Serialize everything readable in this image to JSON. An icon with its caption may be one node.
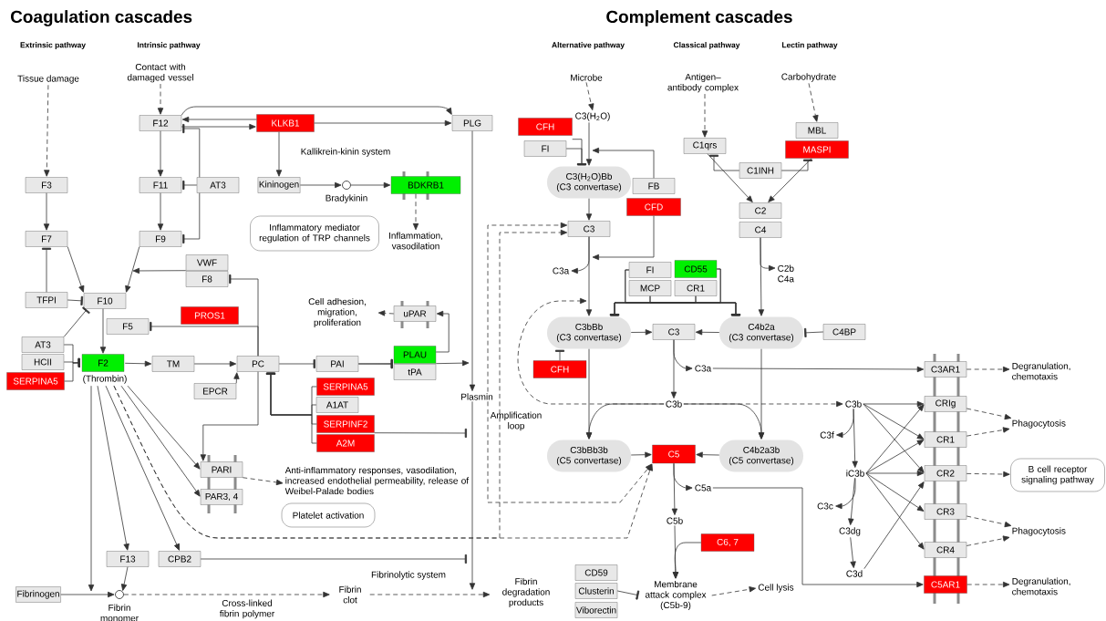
{
  "diagram": {
    "nodes": [
      {
        "text": [
          "Tissue damage"
        ]
      },
      {
        "text": [
          "Contact with damaged vessel"
        ]
      },
      {
        "text": [
          "F12"
        ]
      },
      {
        "text": [
          "KLKB1"
        ]
      },
      {
        "text": [
          "PLG"
        ]
      },
      {
        "text": [
          "F3"
        ]
      },
      {
        "text": [
          "F11"
        ]
      },
      {
        "text": [
          "AT3"
        ]
      },
      {
        "text": [
          "Kininogen"
        ]
      },
      {
        "text": [],
        "shape": "circle",
        "beside": [
          "Bradykinin"
        ]
      },
      {
        "text": [
          "BDKRB1"
        ]
      },
      {
        "text": [
          "Inflammatory mediator regulation of TRP channels"
        ]
      },
      {
        "text": [
          "Inflammation, vasodilation"
        ]
      },
      {
        "text": [
          "F7"
        ]
      },
      {
        "text": [
          "F9"
        ]
      },
      {
        "text": [
          "VWF"
        ]
      },
      {
        "text": [
          "F8"
        ]
      },
      {
        "text": [
          "TFPI"
        ]
      },
      {
        "text": [
          "F10"
        ]
      },
      {
        "text": [
          "F5"
        ]
      },
      {
        "text": [
          "PROS1"
        ]
      },
      {
        "text": [
          "Cell adhesion, migration, proliferation"
        ]
      },
      {
        "text": [
          "uPAR"
        ]
      },
      {
        "text": [
          "AT3"
        ]
      },
      {
        "text": [
          "HCII"
        ]
      },
      {
        "text": [
          "SERPINA5"
        ]
      },
      {
        "text": [
          "F2",
          "(Thrombin)"
        ]
      },
      {
        "text": [
          "TM"
        ]
      },
      {
        "text": [
          "EPCR"
        ]
      },
      {
        "text": [
          "PC"
        ]
      },
      {
        "text": [
          "PAI"
        ]
      },
      {
        "text": [
          "PLAU"
        ]
      },
      {
        "text": [
          "tPA"
        ]
      },
      {
        "text": [
          "Plasmin"
        ]
      },
      {
        "text": [
          "SERPINA5"
        ]
      },
      {
        "text": [
          "A1AT"
        ]
      },
      {
        "text": [
          "SERPINF2"
        ]
      },
      {
        "text": [
          "A2M"
        ]
      },
      {
        "text": [
          "PARI"
        ]
      },
      {
        "text": [
          "PAR3, 4"
        ]
      },
      {
        "text": [
          "Anti-inflammatory responses, vasodilation, increased endothelial permeability, release of Weibel-Palade bodies"
        ]
      },
      {
        "text": [
          "Platelet activation"
        ]
      },
      {
        "text": [
          "F13"
        ]
      },
      {
        "text": [
          "CPB2"
        ]
      },
      {
        "text": [
          "Fibrinogen"
        ]
      },
      {
        "text": [],
        "shape": "circle",
        "beside": [
          "Fibrin monomer"
        ]
      },
      {
        "text": [
          "Fibrin clot"
        ]
      },
      {
        "text": [
          "Fibrin degradation products"
        ]
      },
      {
        "text": [
          "Microbe"
        ]
      },
      {
        "text": [
          "C3(H$_{2}$O)"
        ]
      },
      {
        "text": [
          "CFH"
        ]
      },
      {
        "text": [
          "FI"
        ]
      },
      {
        "text": [
          "C3(H$_{2}$O)Bb",
          "(C3 convertase)"
        ]
      },
      {
        "text": [
          "FB"
        ]
      },
      {
        "text": [
          "CFD"
        ]
      },
      {
        "text": [
          "C3"
        ]
      },
      {
        "text": [
          "C3a"
        ]
      },
      {
        "text": [
          "Antigen–antibody complex"
        ]
      },
      {
        "text": [
          "Carbohydrate"
        ]
      },
      {
        "text": [
          "C1qrs"
        ]
      },
      {
        "text": [
          "MBL"
        ]
      },
      {
        "text": [
          "MASPI"
        ]
      },
      {
        "text": [
          "C1INH"
        ]
      },
      {
        "text": [
          "C2"
        ]
      },
      {
        "text": [
          "C4"
        ]
      },
      {
        "text": [
          "C2b C4a"
        ]
      },
      {
        "text": [
          "FI"
        ]
      },
      {
        "text": [
          "CD55"
        ]
      },
      {
        "text": [
          "MCP"
        ]
      },
      {
        "text": [
          "CR1"
        ]
      },
      {
        "text": [
          "C3bBb",
          "(C3 convertase)"
        ]
      },
      {
        "text": [
          "C3"
        ]
      },
      {
        "text": [
          "C4b2a",
          "(C3 convertase)"
        ]
      },
      {
        "text": [
          "C4BP"
        ]
      },
      {
        "text": [
          "CFH"
        ]
      },
      {
        "text": [
          "C3a"
        ]
      },
      {
        "text": [
          "C3b"
        ]
      },
      {
        "text": [
          "C3bBb3b",
          "(C5 convertase)"
        ]
      },
      {
        "text": [
          "C5"
        ]
      },
      {
        "text": [
          "C4b2a3b",
          "(C5 convertase)"
        ]
      },
      {
        "text": [
          "C5a"
        ]
      },
      {
        "text": [
          "C5b"
        ]
      },
      {
        "text": [
          "C6, 7"
        ]
      },
      {
        "text": [
          "CD59"
        ]
      },
      {
        "text": [
          "Clusterin"
        ]
      },
      {
        "text": [
          "Viborectin"
        ]
      },
      {
        "text": [
          "Membrane attack complex (C5b-9)"
        ]
      },
      {
        "text": [
          "Cell lysis"
        ]
      },
      {
        "text": [
          "C3b"
        ]
      },
      {
        "text": [
          "C3f"
        ]
      },
      {
        "text": [
          "iC3b"
        ]
      },
      {
        "text": [
          "C3c"
        ]
      },
      {
        "text": [
          "C3dg"
        ]
      },
      {
        "text": [
          "C3d"
        ]
      },
      {
        "text": [
          "C3AR1"
        ]
      },
      {
        "text": [
          "CRIg"
        ]
      },
      {
        "text": [
          "CR1"
        ]
      },
      {
        "text": [
          "CR2"
        ]
      },
      {
        "text": [
          "CR3"
        ]
      },
      {
        "text": [
          "CR4"
        ]
      },
      {
        "text": [
          "C5AR1"
        ]
      },
      {
        "text": [
          "Degranulation, chemotaxis"
        ]
      },
      {
        "text": [
          "Phagocytosis"
        ]
      },
      {
        "text": [
          "B cell receptor signaling pathway"
        ]
      },
      {
        "text": [
          "Phagocytosis"
        ]
      },
      {
        "text": [
          "Degranulation, chemotaxis"
        ]
      }
    ],
    "edges": [
      {
        "from": 0,
        "to": 5,
        "arrow": "to",
        "style": "dashed"
      },
      {
        "from": 1,
        "to": 2,
        "arrow": "to",
        "style": "dashed"
      },
      {
        "from": 2,
        "to": 3,
        "arrow": "to"
      },
      {
        "from": 3,
        "to": 2,
        "arrow": "to"
      },
      {
        "from": 2,
        "to": 4,
        "arrow": "to"
      },
      {
        "from": 3,
        "to": 4,
        "arrow": "to"
      },
      {
        "from": 3,
        "to": 8,
        "arrow": "to"
      },
      {
        "from": 2,
        "to": 6,
        "arrow": "to"
      },
      {
        "from": 6,
        "to": 14,
        "arrow": "to"
      },
      {
        "from": 7,
        "to": 2,
        "arrow": "other"
      },
      {
        "from": 7,
        "to": 6,
        "arrow": "other"
      },
      {
        "from": 7,
        "to": 14,
        "arrow": "other"
      },
      {
        "from": 5,
        "to": 13,
        "arrow": "to"
      },
      {
        "from": 13,
        "to": 18,
        "arrow": "to"
      },
      {
        "from": 14,
        "to": 18,
        "arrow": "to"
      },
      {
        "from": 17,
        "to": 13,
        "arrow": "other"
      },
      {
        "from": 17,
        "to": 18,
        "arrow": "other"
      },
      {
        "from": 8,
        "to": 9,
        "arrow": "to"
      },
      {
        "from": 9,
        "to": 10,
        "arrow": "to"
      },
      {
        "from": 10,
        "to": 12,
        "arrow": "to",
        "style": "dashed"
      },
      {
        "from": 15,
        "to": null,
        "arrow": "to"
      },
      {
        "from": 29,
        "to": 16,
        "arrow": "other"
      },
      {
        "from": 29,
        "to": 19,
        "arrow": "other"
      },
      {
        "from": 29,
        "to": 38,
        "arrow": "to"
      },
      {
        "from": 18,
        "to": 26,
        "arrow": "to"
      },
      {
        "from": 23,
        "to": 18,
        "arrow": "other"
      },
      {
        "from": 23,
        "to": 26,
        "arrow": "other"
      },
      {
        "from": 24,
        "to": 26,
        "arrow": "other"
      },
      {
        "from": 25,
        "to": 26,
        "arrow": "other"
      },
      {
        "from": 26,
        "to": 27,
        "arrow": "to"
      },
      {
        "from": 27,
        "to": 29,
        "arrow": "to"
      },
      {
        "from": 28,
        "to": 29,
        "arrow": "to"
      },
      {
        "from": 29,
        "to": 30,
        "arrow": "other"
      },
      {
        "from": 30,
        "to": 31,
        "arrow": "other"
      },
      {
        "from": 31,
        "to": 22,
        "arrow": "to"
      },
      {
        "from": 22,
        "to": 21,
        "arrow": "to",
        "style": "dashed"
      },
      {
        "from": 31,
        "to": null,
        "arrow": "to"
      },
      {
        "from": 4,
        "to": 33,
        "arrow": "to"
      },
      {
        "from": 34,
        "to": 29,
        "arrow": "other"
      },
      {
        "from": 35,
        "to": 29,
        "arrow": "other"
      },
      {
        "from": 36,
        "to": 29,
        "arrow": "other"
      },
      {
        "from": 37,
        "to": 29,
        "arrow": "other"
      },
      {
        "from": 36,
        "to": null,
        "arrow": "other"
      },
      {
        "from": 26,
        "to": 38,
        "arrow": "to"
      },
      {
        "from": 26,
        "to": 39,
        "arrow": "to"
      },
      {
        "from": 26,
        "to": 42,
        "arrow": "to"
      },
      {
        "from": 26,
        "to": 43,
        "arrow": "to"
      },
      {
        "from": 26,
        "to": null,
        "arrow": "to"
      },
      {
        "from": 26,
        "to": 55,
        "arrow": "to",
        "style": "dashed"
      },
      {
        "from": 26,
        "to": 78,
        "arrow": "to",
        "style": "dashed"
      },
      {
        "from": 33,
        "to": 55,
        "arrow": "to",
        "style": "dashed"
      },
      {
        "from": 33,
        "to": 78,
        "arrow": "to",
        "style": "dashed"
      },
      {
        "from": 33,
        "to": null,
        "arrow": "to"
      },
      {
        "from": 46,
        "to": 47,
        "arrow": "to",
        "style": "dashed"
      },
      {
        "from": 44,
        "to": 45,
        "arrow": "to"
      },
      {
        "from": 45,
        "to": 46,
        "arrow": "to",
        "style": "dashed",
        "label": "Cross-linked fibrin polymer"
      },
      {
        "from": 42,
        "to": 45,
        "arrow": "to"
      },
      {
        "from": 43,
        "to": null,
        "arrow": "other"
      },
      {
        "from": 38,
        "to": 40,
        "arrow": "to",
        "style": "dashed"
      },
      {
        "from": 48,
        "to": 49,
        "arrow": "to",
        "style": "dashed"
      },
      {
        "from": 49,
        "to": 52,
        "arrow": "to"
      },
      {
        "from": 50,
        "to": 52,
        "arrow": "other"
      },
      {
        "from": 51,
        "to": 52,
        "arrow": "other"
      },
      {
        "from": 53,
        "to": null,
        "arrow": "to"
      },
      {
        "from": 54,
        "to": null,
        "arrow": "to"
      },
      {
        "from": 52,
        "to": 55,
        "arrow": "to"
      },
      {
        "from": 55,
        "to": 70,
        "arrow": "to"
      },
      {
        "from": 55,
        "to": 56,
        "arrow": "to"
      },
      {
        "from": 57,
        "to": 59,
        "arrow": "to",
        "style": "dashed"
      },
      {
        "from": 58,
        "to": 60,
        "arrow": "to",
        "style": "dashed"
      },
      {
        "from": 59,
        "to": 63,
        "arrow": "to"
      },
      {
        "from": 61,
        "to": 63,
        "arrow": "to"
      },
      {
        "from": 62,
        "to": 59,
        "arrow": "other"
      },
      {
        "from": 62,
        "to": 61,
        "arrow": "other"
      },
      {
        "from": 64,
        "to": 72,
        "arrow": "to"
      },
      {
        "from": 64,
        "to": 65,
        "arrow": "to"
      },
      {
        "from": 66,
        "to": 70,
        "arrow": "other"
      },
      {
        "from": 66,
        "to": 72,
        "arrow": "other"
      },
      {
        "from": 67,
        "to": 70,
        "arrow": "other"
      },
      {
        "from": 67,
        "to": 72,
        "arrow": "other"
      },
      {
        "from": 68,
        "to": 70,
        "arrow": "other"
      },
      {
        "from": 68,
        "to": 72,
        "arrow": "other"
      },
      {
        "from": 69,
        "to": 70,
        "arrow": "other"
      },
      {
        "from": 69,
        "to": 72,
        "arrow": "other"
      },
      {
        "from": 70,
        "to": 71,
        "arrow": "to"
      },
      {
        "from": 72,
        "to": 71,
        "arrow": "to"
      },
      {
        "from": 73,
        "to": 72,
        "arrow": "other"
      },
      {
        "from": 74,
        "to": 70,
        "arrow": "other"
      },
      {
        "from": 71,
        "to": 76,
        "arrow": "to"
      },
      {
        "from": 71,
        "to": 75,
        "arrow": "to"
      },
      {
        "from": 75,
        "to": 94,
        "arrow": "to"
      },
      {
        "from": 76,
        "to": 77,
        "arrow": "to"
      },
      {
        "from": 76,
        "to": 79,
        "arrow": "to"
      },
      {
        "from": 76,
        "to": 88,
        "arrow": "to",
        "style": "dashed"
      },
      {
        "from": 76,
        "to": null,
        "arrow": "to",
        "style": "dashed"
      },
      {
        "from": 70,
        "to": 77,
        "arrow": "to"
      },
      {
        "from": 72,
        "to": 79,
        "arrow": "to"
      },
      {
        "from": 77,
        "to": 78,
        "arrow": "to"
      },
      {
        "from": 79,
        "to": 78,
        "arrow": "to"
      },
      {
        "from": 78,
        "to": 81,
        "arrow": "to"
      },
      {
        "from": 78,
        "to": 80,
        "arrow": "to"
      },
      {
        "from": 80,
        "to": 100,
        "arrow": "to"
      },
      {
        "from": 81,
        "to": 86,
        "arrow": "to"
      },
      {
        "from": 82,
        "to": 86,
        "arrow": "to"
      },
      {
        "from": 84,
        "to": 86,
        "arrow": "other"
      },
      {
        "from": 86,
        "to": 87,
        "arrow": "to",
        "style": "dashed"
      },
      {
        "from": 88,
        "to": 89,
        "arrow": "to"
      },
      {
        "from": 88,
        "to": 90,
        "arrow": "to"
      },
      {
        "from": 90,
        "to": 91,
        "arrow": "to"
      },
      {
        "from": 90,
        "to": 92,
        "arrow": "to"
      },
      {
        "from": 92,
        "to": 93,
        "arrow": "to"
      },
      {
        "from": 88,
        "to": 95,
        "arrow": "to"
      },
      {
        "from": 88,
        "to": 96,
        "arrow": "to"
      },
      {
        "from": 88,
        "to": 97,
        "arrow": "to"
      },
      {
        "from": 90,
        "to": 95,
        "arrow": "to"
      },
      {
        "from": 90,
        "to": 96,
        "arrow": "to"
      },
      {
        "from": 90,
        "to": 97,
        "arrow": "to"
      },
      {
        "from": 90,
        "to": 98,
        "arrow": "to"
      },
      {
        "from": 90,
        "to": 99,
        "arrow": "to"
      },
      {
        "from": 93,
        "to": 97,
        "arrow": "to"
      },
      {
        "from": 94,
        "to": 101,
        "arrow": "to",
        "style": "dashed"
      },
      {
        "from": 95,
        "to": 102,
        "arrow": "to",
        "style": "dashed"
      },
      {
        "from": 96,
        "to": 102,
        "arrow": "to",
        "style": "dashed"
      },
      {
        "from": 97,
        "to": 103,
        "arrow": "to",
        "style": "dashed"
      },
      {
        "from": 98,
        "to": 104,
        "arrow": "to",
        "style": "dashed"
      },
      {
        "from": 99,
        "to": 104,
        "arrow": "to",
        "style": "dashed"
      },
      {
        "from": 100,
        "to": 105,
        "arrow": "to",
        "style": "dashed"
      },
      {
        "from": 30,
        "to": 32,
        "arrow": "other"
      }
    ],
    "labels": [
      "Coagulation cascades",
      "Complement cascades",
      "Extrinsic pathway",
      "Intrinsic pathway",
      "Alternative pathway",
      "Classical pathway",
      "Lectin pathway",
      "Kallikrein-kinin system",
      "Amplification loop",
      "Fibrinolytic system"
    ]
  }
}
